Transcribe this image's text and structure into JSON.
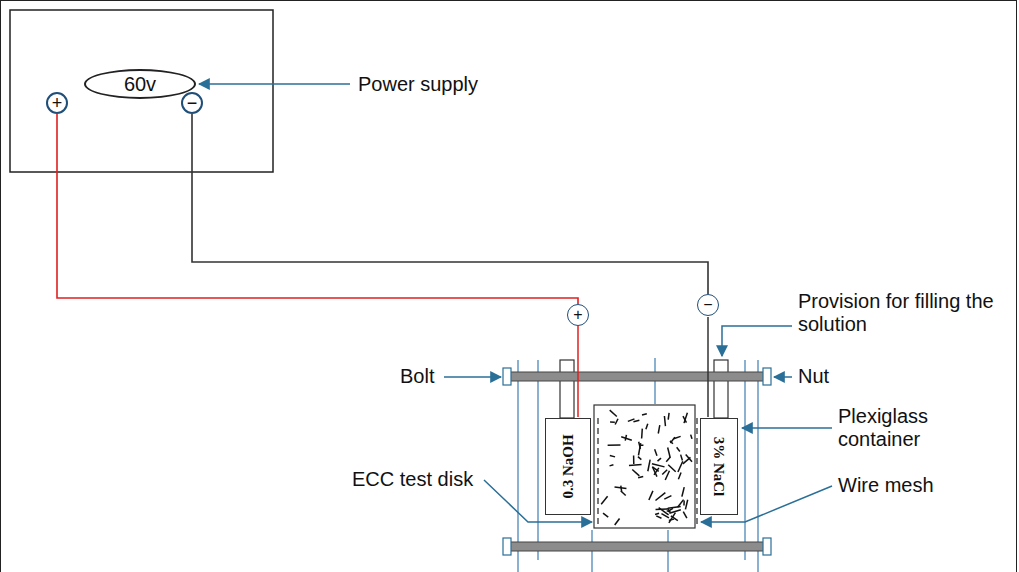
{
  "diagram": {
    "nodes": [
      {
        "text": [
          "60v"
        ]
      },
      {
        "text": [
          "+"
        ]
      },
      {
        "text": [
          "−"
        ]
      },
      {
        "text": [
          "+"
        ]
      },
      {
        "text": [
          "−"
        ]
      },
      {
        "text": [
          "0.3 NaOH"
        ]
      },
      {
        "text": [
          "3% NaCl"
        ]
      }
    ],
    "edges": [
      {
        "from": 1,
        "to": 3,
        "arrow": "none"
      },
      {
        "from": 2,
        "to": 4,
        "arrow": "none"
      }
    ],
    "labels": [
      "Power supply",
      "Provision for filling the solution",
      "Bolt",
      "Nut",
      "Plexiglass container",
      "ECC test disk",
      "Wire mesh"
    ]
  }
}
